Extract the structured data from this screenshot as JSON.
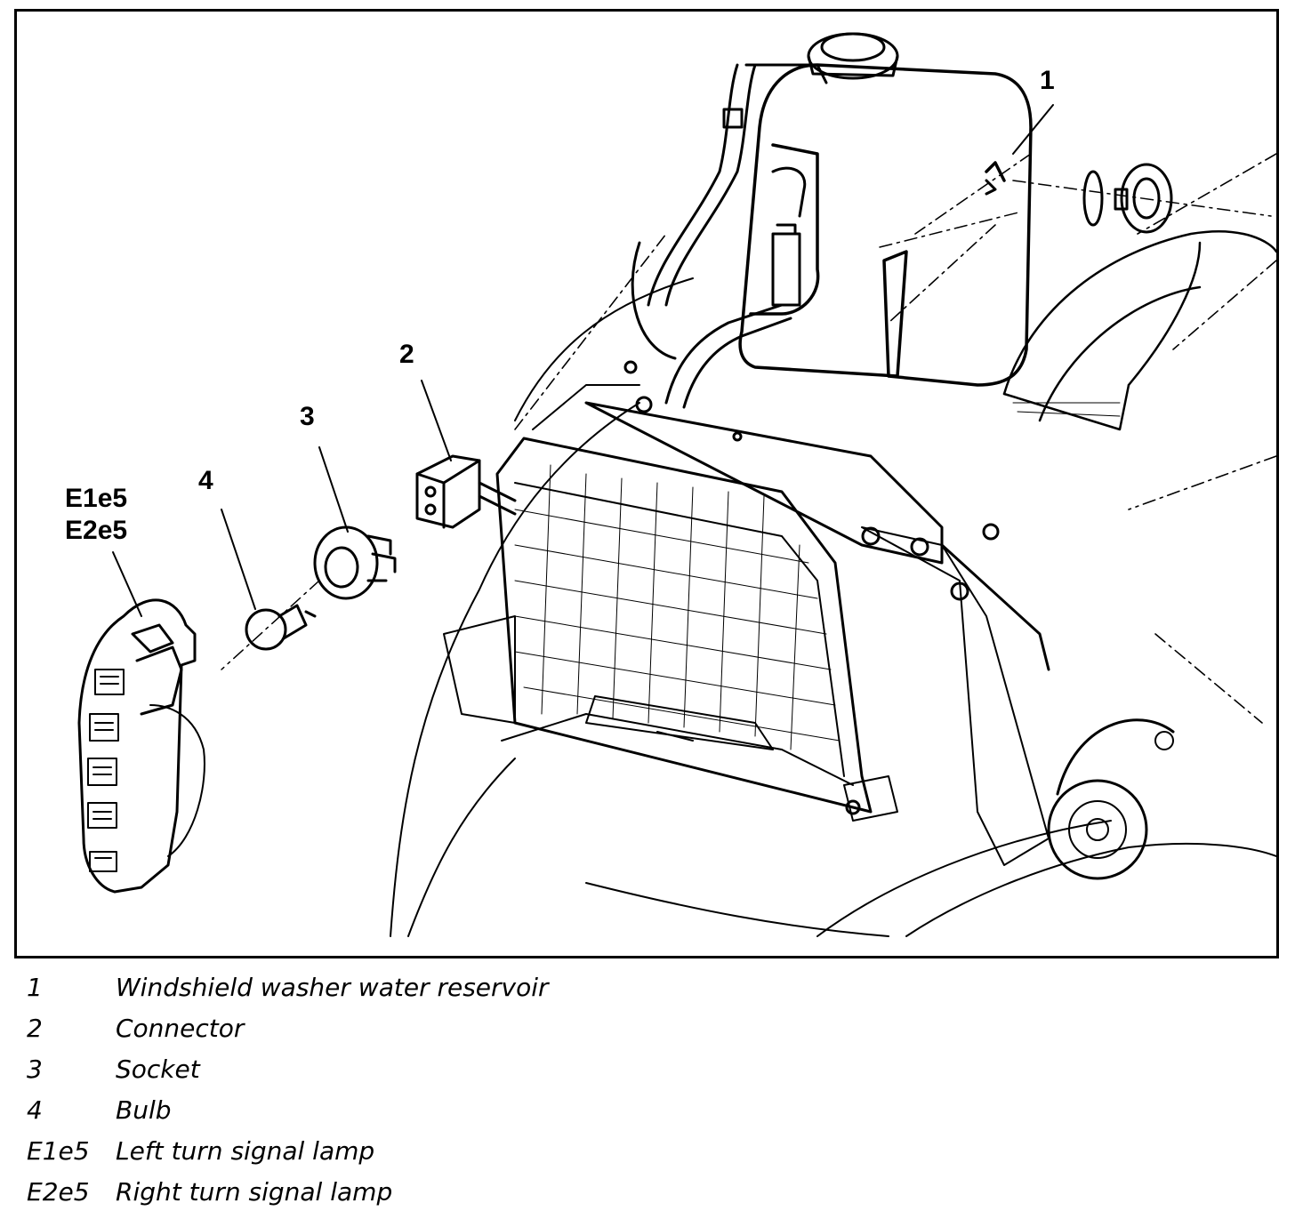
{
  "callouts": {
    "reservoir": "1",
    "connector": "2",
    "socket": "3",
    "bulb": "4",
    "lamp_left": "E1e5",
    "lamp_right": "E2e5"
  },
  "legend": [
    {
      "key": "1",
      "text": "Windshield washer water reservoir"
    },
    {
      "key": "2",
      "text": "Connector"
    },
    {
      "key": "3",
      "text": "Socket"
    },
    {
      "key": "4",
      "text": "Bulb"
    },
    {
      "key": "E1e5",
      "text": "Left turn signal lamp"
    },
    {
      "key": "E2e5",
      "text": "Right turn signal lamp"
    }
  ]
}
